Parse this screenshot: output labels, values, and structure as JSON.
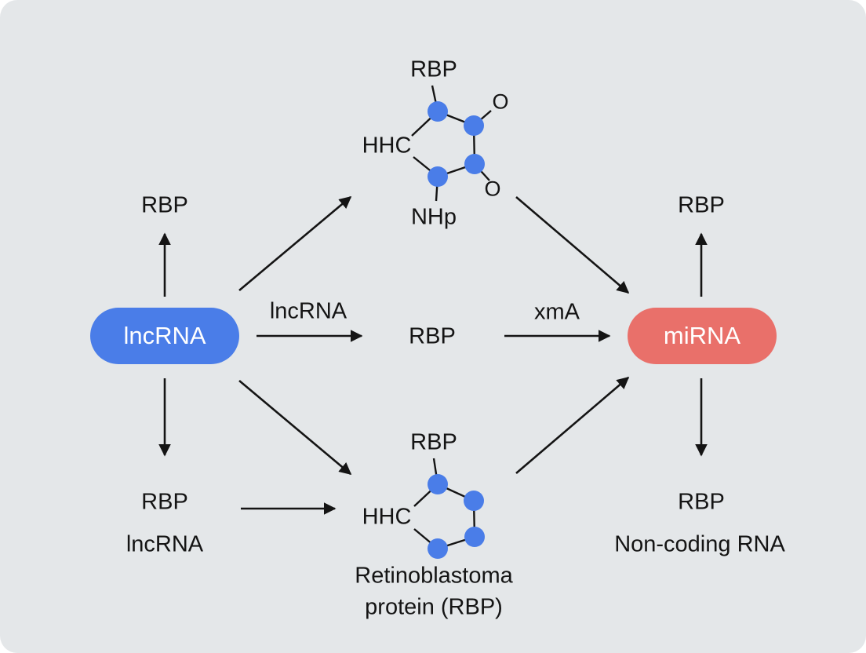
{
  "colors": {
    "background": "#e4e7e9",
    "lncrna_node": "#4a7de8",
    "mirna_node": "#e9706a",
    "atom": "#4a7de8",
    "arrow": "#141414"
  },
  "nodes": {
    "lncrna": "lncRNA",
    "mirna": "miRNA"
  },
  "left": {
    "top_label": "RBP",
    "bottom_label_1": "RBP",
    "bottom_label_2": "lncRNA"
  },
  "center": {
    "arrow_label_left": "lncRNA",
    "label": "RBP",
    "arrow_label_right": "xmA"
  },
  "right": {
    "top_label": "RBP",
    "bottom_label_1": "RBP",
    "bottom_label_2": "Non-coding RNA"
  },
  "top_molecule": {
    "top_label": "RBP",
    "left_label": "HHC",
    "bottom_label": "NHp",
    "o_upper": "O",
    "o_lower": "O"
  },
  "bottom_molecule": {
    "top_label": "RBP",
    "left_label": "HHC",
    "caption_1": "Retinoblastoma",
    "caption_2": "protein (RBP)"
  }
}
